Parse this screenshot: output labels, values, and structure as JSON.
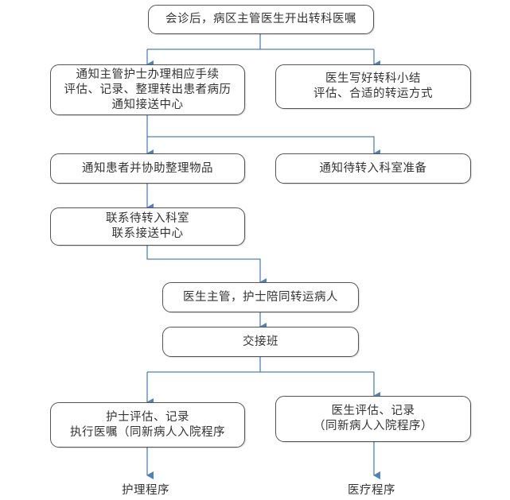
{
  "diagram": {
    "title": "转科流程",
    "connector_color": "#4f81bd",
    "border_color": "#555555",
    "nodes": {
      "start": {
        "lines": [
          "会诊后，病区主管医生开出转科医嘱"
        ]
      },
      "nurse_procedure": {
        "lines": [
          "通知主管护士办理相应手续",
          "评估、记录、整理转出患者病历",
          "通知接送中心"
        ]
      },
      "doctor_summary": {
        "lines": [
          "医生写好转科小结",
          "评估、合适的转运方式"
        ]
      },
      "notify_patient": {
        "lines": [
          "通知患者并协助整理物品"
        ]
      },
      "notify_dept": {
        "lines": [
          "通知待转入科室准备"
        ]
      },
      "contact": {
        "lines": [
          "联系待转入科室",
          "联系接送中心"
        ]
      },
      "escort": {
        "lines": [
          "医生主管，护士陪同转运病人"
        ]
      },
      "handover": {
        "lines": [
          "交接班"
        ]
      },
      "nurse_assess": {
        "lines": [
          "护士评估、记录",
          "执行医嘱（同新病人入院程序"
        ]
      },
      "doctor_assess": {
        "lines": [
          "医生评估、记录",
          "（同新病人入院程序）"
        ]
      }
    },
    "terminals": {
      "nursing": "护理程序",
      "medical": "医疗程序"
    },
    "edges": [
      {
        "from": "start",
        "to": "nurse_procedure"
      },
      {
        "from": "start",
        "to": "doctor_summary"
      },
      {
        "from": "nurse_procedure",
        "to": "notify_patient"
      },
      {
        "from": "nurse_procedure",
        "to": "notify_dept"
      },
      {
        "from": "notify_patient",
        "to": "contact"
      },
      {
        "from": "contact",
        "to": "escort"
      },
      {
        "from": "escort",
        "to": "handover"
      },
      {
        "from": "handover",
        "to": "nurse_assess"
      },
      {
        "from": "handover",
        "to": "doctor_assess"
      },
      {
        "from": "nurse_assess",
        "to": "nursing"
      },
      {
        "from": "doctor_assess",
        "to": "medical"
      }
    ]
  }
}
